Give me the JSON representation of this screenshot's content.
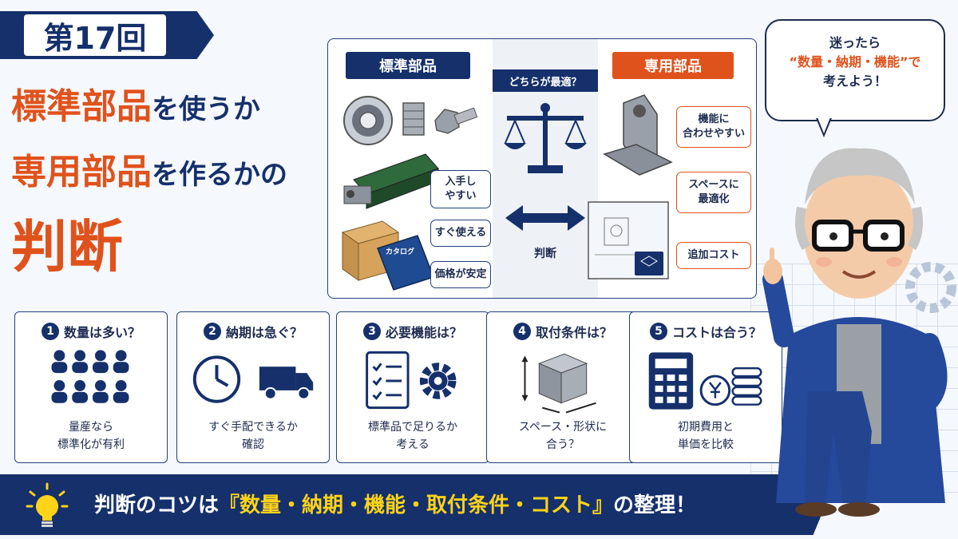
{
  "episode": {
    "label": "第17回"
  },
  "title": {
    "line1_accent": "標準部品",
    "line1_rest": "を使うか",
    "line2_accent": "専用部品",
    "line2_rest": "を作るかの",
    "line3": "判断"
  },
  "comparison": {
    "standard_label": "標準部品",
    "dedicated_label": "専用部品",
    "question": "どちらが最適？",
    "judge": "判断",
    "catalog_label": "カタログ",
    "standard_points": [
      "入手し\nやすい",
      "すぐ使える",
      "価格が安定"
    ],
    "dedicated_points": [
      "機能に\n合わせやすい",
      "スペースに\n最適化",
      "追加コスト"
    ]
  },
  "speech": {
    "line1": "迷ったら",
    "line2": "“数量・納期・機能”で",
    "line3": "考えよう！"
  },
  "cards": [
    {
      "num": "1",
      "title": "数量は多い？",
      "desc": "量産なら\n標準化が有利"
    },
    {
      "num": "2",
      "title": "納期は急ぐ？",
      "desc": "すぐ手配できるか\n確認"
    },
    {
      "num": "3",
      "title": "必要機能は？",
      "desc": "標準品で足りるか\n考える"
    },
    {
      "num": "4",
      "title": "取付条件は？",
      "desc": "スペース・形状に\n合う？"
    },
    {
      "num": "5",
      "title": "コストは合う？",
      "desc": "初期費用と\n単価を比較"
    }
  ],
  "banner": {
    "prefix": "判断のコツは",
    "highlight": "『数量・納期・機能・取付条件・コスト』",
    "suffix": "の整理！"
  },
  "colors": {
    "navy": "#15306b",
    "orange": "#e0521c",
    "yellow": "#ffd318"
  }
}
